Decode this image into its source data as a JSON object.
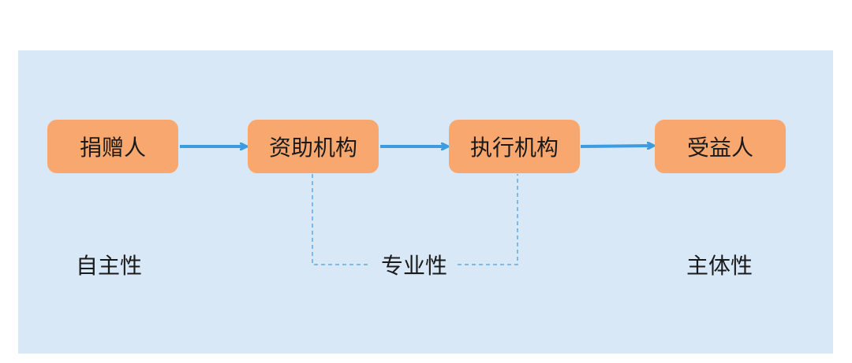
{
  "colors": {
    "panel": "#d9e8f7",
    "node_fill": "#f8a86f",
    "arrow": "#3d9ce0",
    "dashed_line": "#5aaae6",
    "text": "#1a1a1a"
  },
  "nodes": [
    {
      "id": "donor",
      "label": "捐赠人"
    },
    {
      "id": "funding-org",
      "label": "资助机构"
    },
    {
      "id": "executing-org",
      "label": "执行机构"
    },
    {
      "id": "beneficiary",
      "label": "受益人"
    }
  ],
  "labels": {
    "autonomy": "自主性",
    "professionalism": "专业性",
    "subjectivity": "主体性"
  }
}
